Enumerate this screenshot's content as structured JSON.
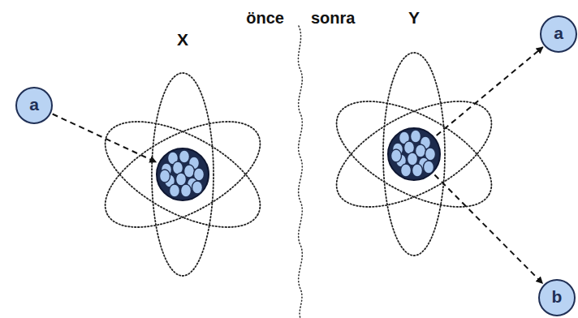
{
  "diagram": {
    "nodes": [
      {
        "text": [
          "a"
        ]
      },
      {
        "text": [
          "X"
        ]
      },
      {
        "text": [
          "Y"
        ]
      },
      {
        "text": [
          "a"
        ]
      },
      {
        "text": [
          "b"
        ]
      }
    ],
    "edges": [
      {
        "from": 0,
        "to": 1,
        "arrow": "to"
      },
      {
        "from": 2,
        "to": 3,
        "arrow": "to"
      },
      {
        "from": 2,
        "to": 4,
        "arrow": "to"
      }
    ],
    "labels": [
      "önce",
      "sonra"
    ]
  }
}
